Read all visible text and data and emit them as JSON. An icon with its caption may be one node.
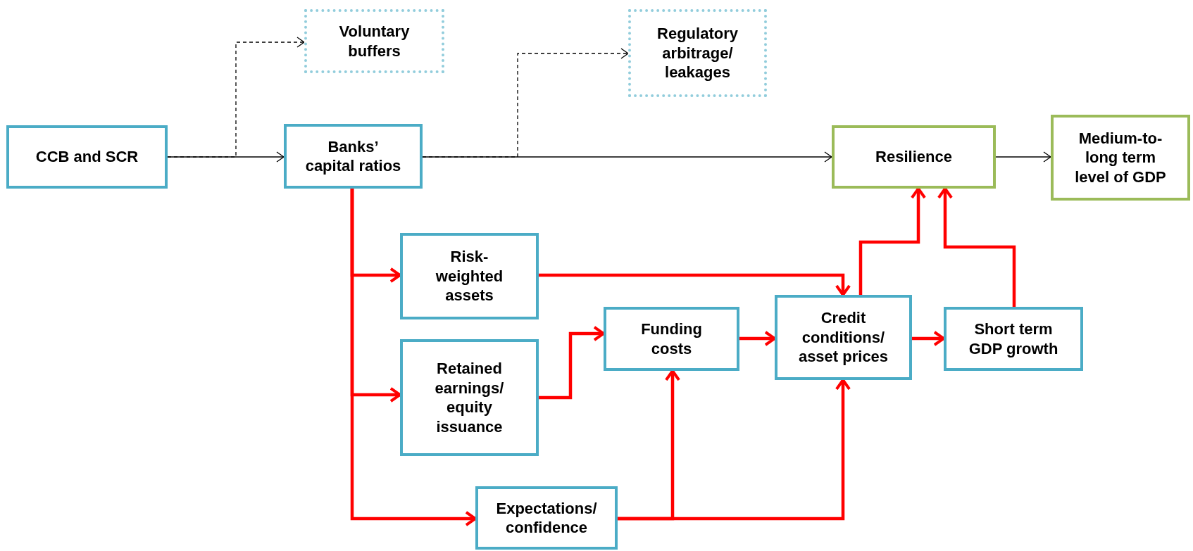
{
  "diagram": {
    "nodes": [
      {
        "text": [
          "CCB and SCR"
        ]
      },
      {
        "text": [
          "Banks’ capital ratios"
        ]
      },
      {
        "text": [
          "Voluntary buffers"
        ]
      },
      {
        "text": [
          "Regulatory arbitrage/ leakages"
        ]
      },
      {
        "text": [
          "Resilience"
        ]
      },
      {
        "text": [
          "Medium-to-long term level of GDP"
        ]
      },
      {
        "text": [
          "Risk-weighted assets"
        ]
      },
      {
        "text": [
          "Retained earnings/ equity issuance"
        ]
      },
      {
        "text": [
          "Funding costs"
        ]
      },
      {
        "text": [
          "Credit conditions/ asset prices"
        ]
      },
      {
        "text": [
          "Short term GDP growth"
        ]
      },
      {
        "text": [
          "Expectations/ confidence"
        ]
      }
    ],
    "edges": [
      {
        "from": 0,
        "to": 1,
        "arrow": "to",
        "color": "#000000"
      },
      {
        "from": 0,
        "to": 2,
        "arrow": "to",
        "style": "dashed",
        "color": "#000000"
      },
      {
        "from": 1,
        "to": 3,
        "arrow": "to",
        "style": "dashed",
        "color": "#000000"
      },
      {
        "from": 1,
        "to": 4,
        "arrow": "to",
        "color": "#000000"
      },
      {
        "from": 4,
        "to": 5,
        "arrow": "to",
        "color": "#000000"
      },
      {
        "from": 1,
        "to": 6,
        "arrow": "to"
      },
      {
        "from": 1,
        "to": 7,
        "arrow": "to"
      },
      {
        "from": 1,
        "to": 11,
        "arrow": "to"
      },
      {
        "from": 6,
        "to": 9,
        "arrow": "to"
      },
      {
        "from": 7,
        "to": 8,
        "arrow": "to"
      },
      {
        "from": 8,
        "to": 9,
        "arrow": "to"
      },
      {
        "from": 9,
        "to": 10,
        "arrow": "to"
      },
      {
        "from": 9,
        "to": 4,
        "arrow": "to"
      },
      {
        "from": 10,
        "to": 4,
        "arrow": "to"
      },
      {
        "from": 11,
        "to": 8,
        "arrow": "to"
      },
      {
        "from": 11,
        "to": 9,
        "arrow": "to"
      }
    ]
  }
}
